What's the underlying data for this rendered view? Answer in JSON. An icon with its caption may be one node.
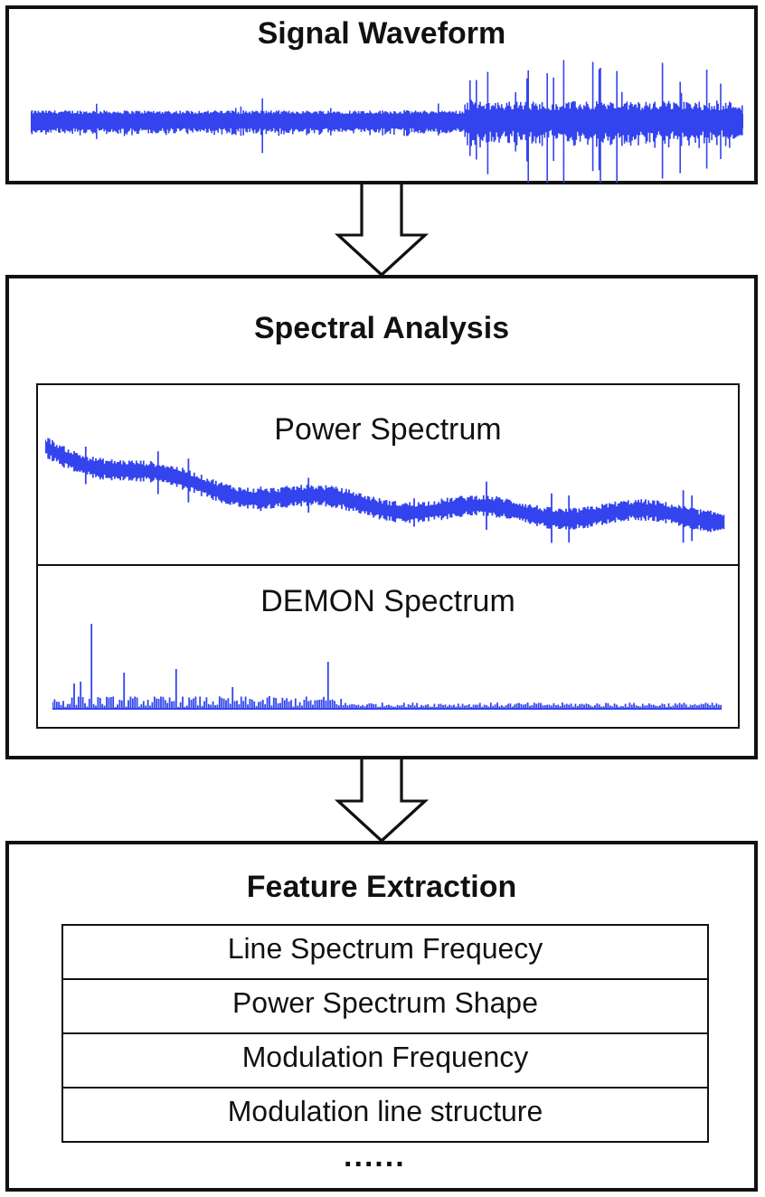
{
  "diagram": {
    "nodes": [
      {
        "text": [
          "Signal Waveform"
        ]
      },
      {
        "text": [
          "Spectral Analysis"
        ]
      },
      {
        "text": [
          "Power Spectrum"
        ],
        "in": 1
      },
      {
        "text": [
          "DEMON Spectrum"
        ],
        "in": 1
      },
      {
        "text": [
          "Feature Extraction",
          "......"
        ]
      },
      {
        "text": [
          "Line Spectrum Frequecy"
        ],
        "in": 4
      },
      {
        "text": [
          "Power Spectrum Shape"
        ],
        "in": 4
      },
      {
        "text": [
          "Modulation Frequency"
        ],
        "in": 4
      },
      {
        "text": [
          "Modulation line structure"
        ],
        "in": 4
      }
    ],
    "edges": [
      {
        "from": 0,
        "to": 1,
        "arrow": "to"
      },
      {
        "from": 1,
        "to": 4,
        "arrow": "to"
      }
    ]
  }
}
